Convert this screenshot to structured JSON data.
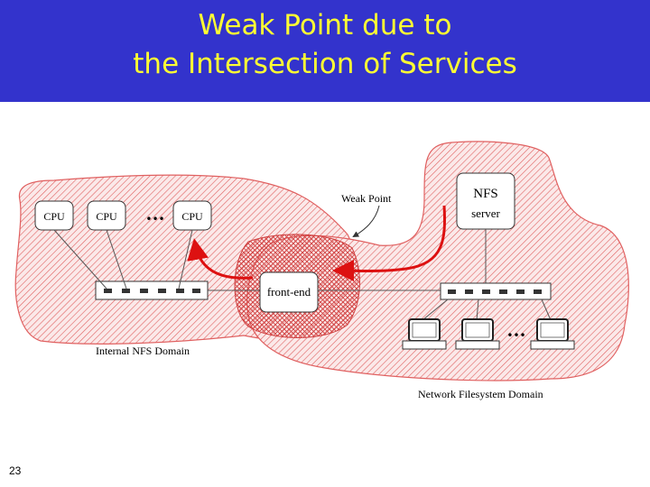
{
  "title": {
    "line1": "Weak Point due to",
    "line2": "the Intersection of Services"
  },
  "slide_number": "23",
  "diagram": {
    "cpu_labels": [
      "CPU",
      "CPU",
      "CPU"
    ],
    "ellipsis": "•••",
    "weak_point_label": "Weak Point",
    "nfs_server_label_1": "NFS",
    "nfs_server_label_2": "server",
    "front_end_label": "front-end",
    "internal_domain_label": "Internal NFS Domain",
    "network_domain_label": "Network Filesystem Domain"
  },
  "colors": {
    "title_bar": "#3333cc",
    "title_text": "#ffff33",
    "hatch": "#e06060",
    "arrow": "#dd1111"
  }
}
